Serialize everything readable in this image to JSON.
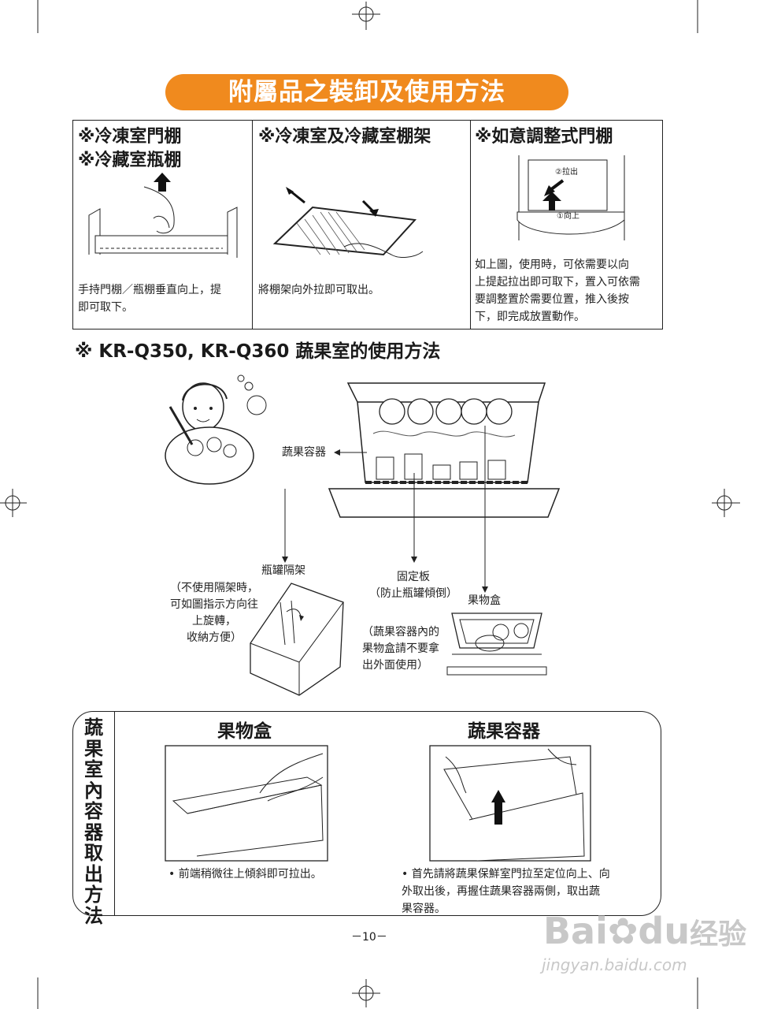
{
  "title": "附屬品之裝卸及使用方法",
  "accessories": [
    {
      "heading_line1": "※冷凍室門棚",
      "heading_line2": "※冷藏室瓶棚",
      "caption_line1": "手持門棚／瓶棚垂直向上，提",
      "caption_line2": "即可取下。"
    },
    {
      "heading_line1": "※冷凍室及冷藏室棚架",
      "caption_line1": "將棚架向外拉即可取出。"
    },
    {
      "heading_line1": "※如意調整式門棚",
      "step_pull": "②拉出",
      "step_up": "①向上",
      "caption_lines": [
        "如上圖，使用時，可依需要以向",
        "上提起拉出即可取下，置入可依需",
        "要調整置於需要位置，推入後按",
        "下，即完成放置動作。"
      ]
    }
  ],
  "section_title": "※ KR-Q350, KR-Q360 蔬果室的使用方法",
  "labels": {
    "veg_container": "蔬果容器",
    "bottle_divider": "瓶罐隔架",
    "divider_note": [
      "（不使用隔架時，",
      "可如圖指示方向往",
      "上旋轉，",
      "收納方便）"
    ],
    "fixing_plate_line1": "固定板",
    "fixing_plate_line2": "（防止瓶罐傾倒）",
    "fruit_box": "果物盒",
    "fruit_box_note": [
      "（蔬果容器內的",
      "果物盒請不要拿",
      "出外面使用）"
    ]
  },
  "removal": {
    "vertical_title": [
      "蔬",
      "果",
      "室",
      "內",
      "容",
      "器",
      "取",
      "出",
      "方",
      "法"
    ],
    "fruit_box_title": "果物盒",
    "fruit_box_caption": "• 前端稍微往上傾斜即可拉出。",
    "veg_title": "蔬果容器",
    "veg_caption_lines": [
      "• 首先請將蔬果保鮮室門拉至定位向上、向",
      "外取出後，再握住蔬果容器兩側，取出蔬",
      "果容器。"
    ]
  },
  "page_number": "－10－",
  "watermark": {
    "brand": "Bai",
    "brand2": "du",
    "brand_cn": "经验",
    "url": "jingyan.baidu.com"
  }
}
